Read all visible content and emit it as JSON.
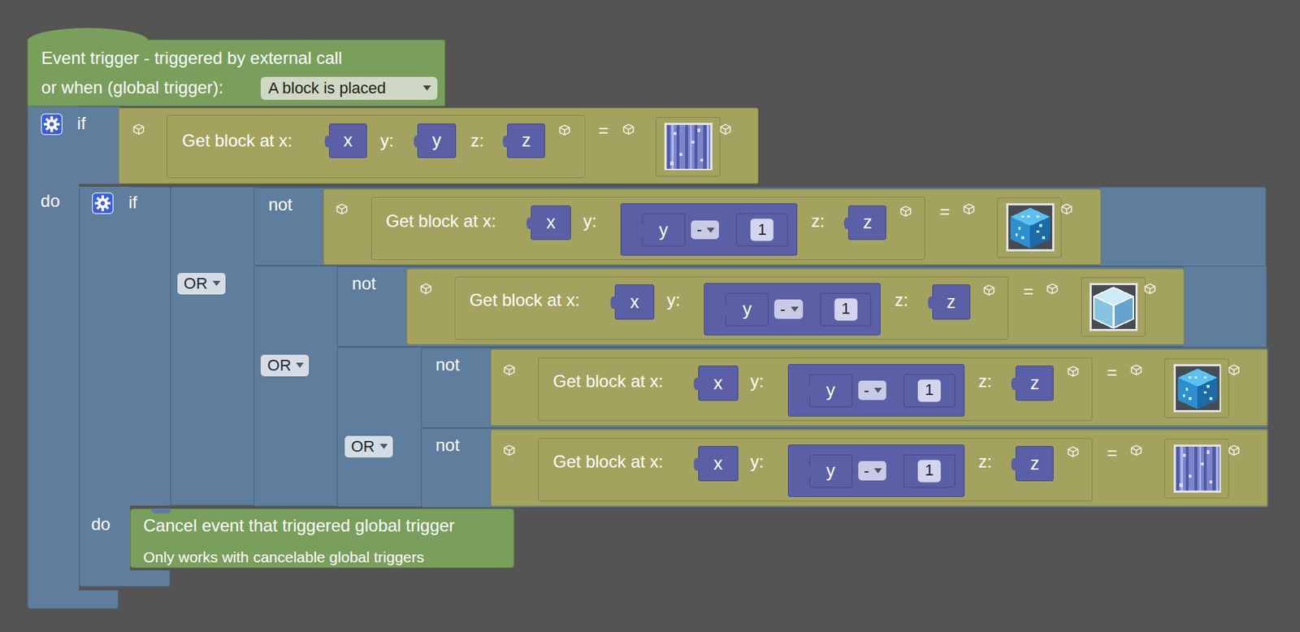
{
  "diagram": {
    "nodes": [
      {
        "text": [
          "Event trigger - triggered by external call",
          "or when (global trigger):"
        ]
      },
      {
        "text": [
          "A block is placed"
        ],
        "in": 0
      },
      {
        "text": [
          "if",
          "do"
        ]
      },
      {
        "text": [
          "="
        ],
        "in": 2
      },
      {
        "text": [
          "Get block at x:",
          "y:",
          "z:"
        ],
        "in": 3
      },
      {
        "text": [
          "x"
        ],
        "in": 4
      },
      {
        "text": [
          "y"
        ],
        "in": 4
      },
      {
        "text": [
          "z"
        ],
        "in": 4
      },
      {
        "text": [
          "if",
          "do"
        ],
        "in": 2
      },
      {
        "text": [
          "OR"
        ],
        "in": 8
      },
      {
        "text": [
          "not"
        ],
        "in": 9
      },
      {
        "text": [
          "="
        ],
        "in": 10
      },
      {
        "text": [
          "Get block at x:",
          "y:",
          "z:"
        ],
        "in": 11
      },
      {
        "text": [
          "x"
        ],
        "in": 12
      },
      {
        "text": [
          "-"
        ],
        "in": 12
      },
      {
        "text": [
          "y"
        ],
        "in": 14
      },
      {
        "text": [
          "1"
        ],
        "in": 14
      },
      {
        "text": [
          "z"
        ],
        "in": 12
      },
      {
        "text": [
          "OR"
        ],
        "in": 9
      },
      {
        "text": [
          "not"
        ],
        "in": 18
      },
      {
        "text": [
          "="
        ],
        "in": 19
      },
      {
        "text": [
          "Get block at x:",
          "y:",
          "z:"
        ],
        "in": 20
      },
      {
        "text": [
          "x"
        ],
        "in": 21
      },
      {
        "text": [
          "-"
        ],
        "in": 21
      },
      {
        "text": [
          "y"
        ],
        "in": 23
      },
      {
        "text": [
          "1"
        ],
        "in": 23
      },
      {
        "text": [
          "z"
        ],
        "in": 21
      },
      {
        "text": [
          "OR"
        ],
        "in": 18
      },
      {
        "text": [
          "not"
        ],
        "in": 27
      },
      {
        "text": [
          "="
        ],
        "in": 28
      },
      {
        "text": [
          "Get block at x:",
          "y:",
          "z:"
        ],
        "in": 29
      },
      {
        "text": [
          "x"
        ],
        "in": 30
      },
      {
        "text": [
          "-"
        ],
        "in": 30
      },
      {
        "text": [
          "y"
        ],
        "in": 32
      },
      {
        "text": [
          "1"
        ],
        "in": 32
      },
      {
        "text": [
          "z"
        ],
        "in": 30
      },
      {
        "text": [
          "not"
        ],
        "in": 27
      },
      {
        "text": [
          "="
        ],
        "in": 36
      },
      {
        "text": [
          "Get block at x:",
          "y:",
          "z:"
        ],
        "in": 37
      },
      {
        "text": [
          "x"
        ],
        "in": 38
      },
      {
        "text": [
          "-"
        ],
        "in": 38
      },
      {
        "text": [
          "y"
        ],
        "in": 40
      },
      {
        "text": [
          "1"
        ],
        "in": 40
      },
      {
        "text": [
          "z"
        ],
        "in": 38
      },
      {
        "text": [
          "Cancel event that triggered global trigger",
          "Only works with cancelable global triggers"
        ],
        "in": 8
      }
    ]
  }
}
